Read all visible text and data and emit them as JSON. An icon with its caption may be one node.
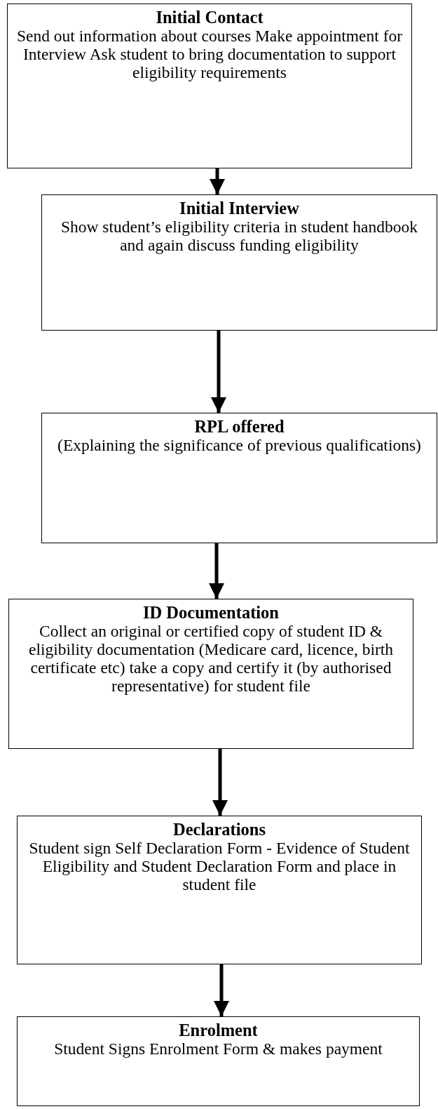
{
  "diagram": {
    "nodes": [
      {
        "text": [
          "Initial Contact",
          "Send out information about courses Make appointment for Interview Ask student to bring documentation to support eligibility requirements"
        ]
      },
      {
        "text": [
          "Initial Interview",
          "Show student’s eligibility criteria in student handbook and again discuss funding eligibility"
        ]
      },
      {
        "text": [
          "RPL offered",
          "(Explaining the significance of previous qualifications)"
        ]
      },
      {
        "text": [
          "ID Documentation",
          "Collect an original or certified copy of student ID & eligibility documentation (Medicare card, licence, birth certificate etc) take a copy and certify it (by authorised representative) for student file"
        ]
      },
      {
        "text": [
          "Declarations",
          "Student sign Self Declaration Form - Evidence of Student Eligibility and Student Declaration Form and place in student file"
        ]
      },
      {
        "text": [
          "Enrolment",
          "Student Signs Enrolment Form & makes payment"
        ]
      }
    ],
    "edges": [
      {
        "from": 0,
        "to": 1,
        "arrow": "to"
      },
      {
        "from": 1,
        "to": 2,
        "arrow": "to"
      },
      {
        "from": 2,
        "to": 3,
        "arrow": "to"
      },
      {
        "from": 3,
        "to": 4,
        "arrow": "to"
      },
      {
        "from": 4,
        "to": 5,
        "arrow": "to"
      }
    ]
  }
}
